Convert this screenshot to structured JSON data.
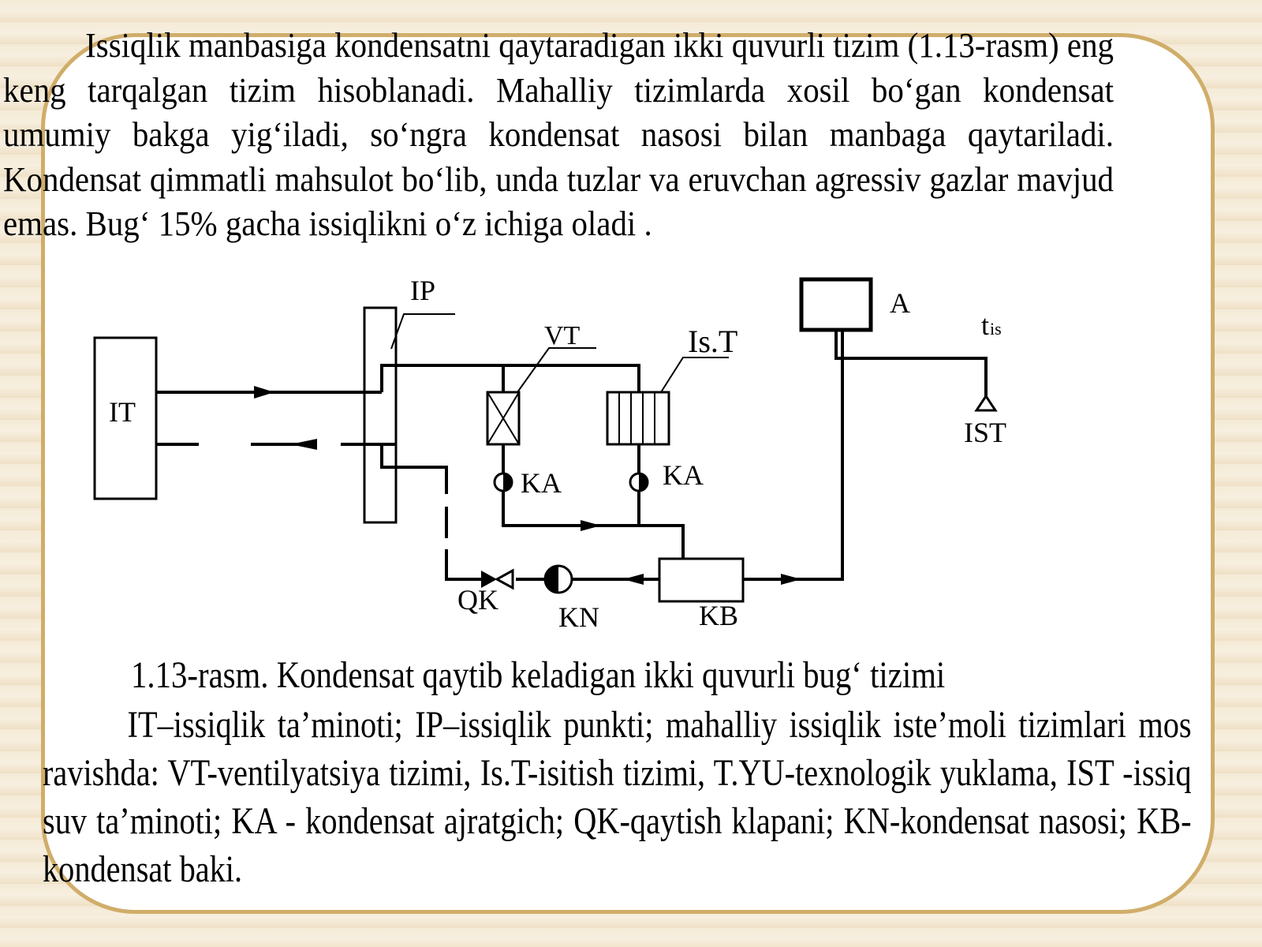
{
  "text": {
    "intro": "Issiqlik manbasiga kondensatni qaytaradigan ikki quvurli tizim (1.13-rasm) eng keng tarqalgan tizim hisoblanadi. Mahalliy tizimlarda xosil bo‘gan kondensat umumiy bakga yig‘iladi, so‘ngra kondensat nasosi bilan manbaga qaytariladi. Kondensat qimmatli mahsulot bo‘lib, unda  tuzlar va eruvchan agressiv gazlar mavjud emas. Bug‘ 15% gacha issiqlikni o‘z ichiga oladi .",
    "caption": "1.13-rasm. Kondensat qaytib keladigan ikki quvurli bug‘ tizimi",
    "legend": "IT–issiqlik ta’minoti; IP–issiqlik punkti; mahalliy issiqlik iste’moli tizimlari mos ravishda: VT-ventilyatsiya tizimi, Is.T-isitish tizimi, T.YU-texnologik yuklama, IST -issiq suv ta’minoti; KA - kondensat ajratgich; QK-qaytish klapani; KN-kondensat nasosi; KB- kondensat baki."
  },
  "diagram": {
    "labels": {
      "it": "IT",
      "ip": "IP",
      "vt": "VT",
      "ist_heating": "Is.T",
      "a": "A",
      "t_main": "t",
      "t_sub": "is",
      "ist": "IST",
      "ka_1": "KA",
      "ka_2": "KA",
      "qk": "QK",
      "kn": "KN",
      "kb": "KB"
    }
  },
  "colors": {
    "frame": "#d0ad6a",
    "background": "#f4ead6",
    "ink": "#000000"
  }
}
